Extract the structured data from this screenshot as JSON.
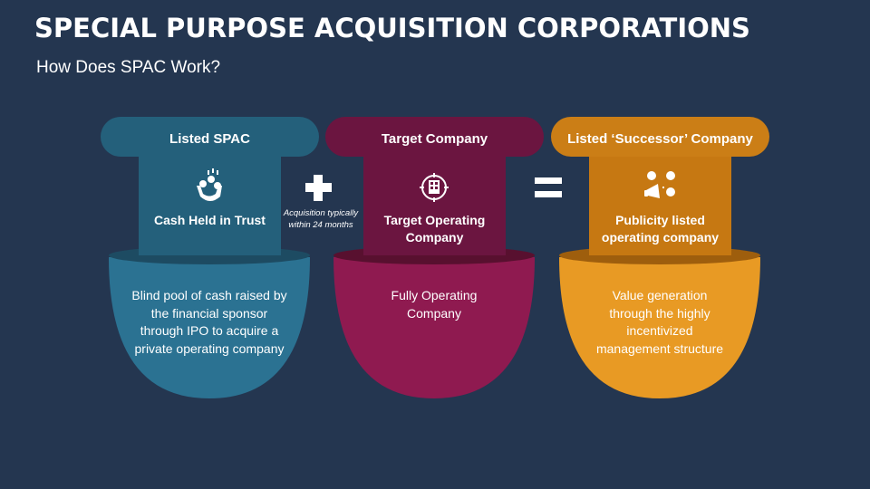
{
  "title": "SPECIAL PURPOSE ACQUISITION CORPORATIONS",
  "subtitle": "How Does SPAC Work?",
  "columns": [
    {
      "header": "Listed SPAC",
      "mid": "Cash Held in Trust",
      "body": "Blind pool of cash raised by the financial sponsor through IPO to acquire a private operating company",
      "icon": "hands-coins-icon",
      "color": "#2a7090"
    },
    {
      "header": "Target Company",
      "mid": "Target Operating Company",
      "body": "Fully Operating Company",
      "icon": "target-building-icon",
      "color": "#8e1a50"
    },
    {
      "header": "Listed ‘Successor’ Company",
      "mid": "Publicity listed operating company",
      "body": "Value generation through the highly incentivized management structure",
      "icon": "megaphone-icon",
      "color": "#e69a22"
    }
  ],
  "operators": {
    "plus": "+",
    "equals": "="
  },
  "note": "Acquisition typically within 24 months"
}
